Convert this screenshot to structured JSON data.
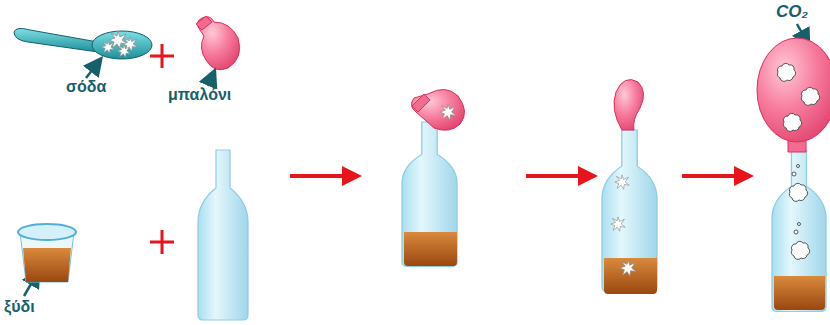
{
  "diagram": {
    "labels": [
      "σόδα",
      "μπαλόνι",
      "ξύδι",
      "CO₂"
    ]
  }
}
